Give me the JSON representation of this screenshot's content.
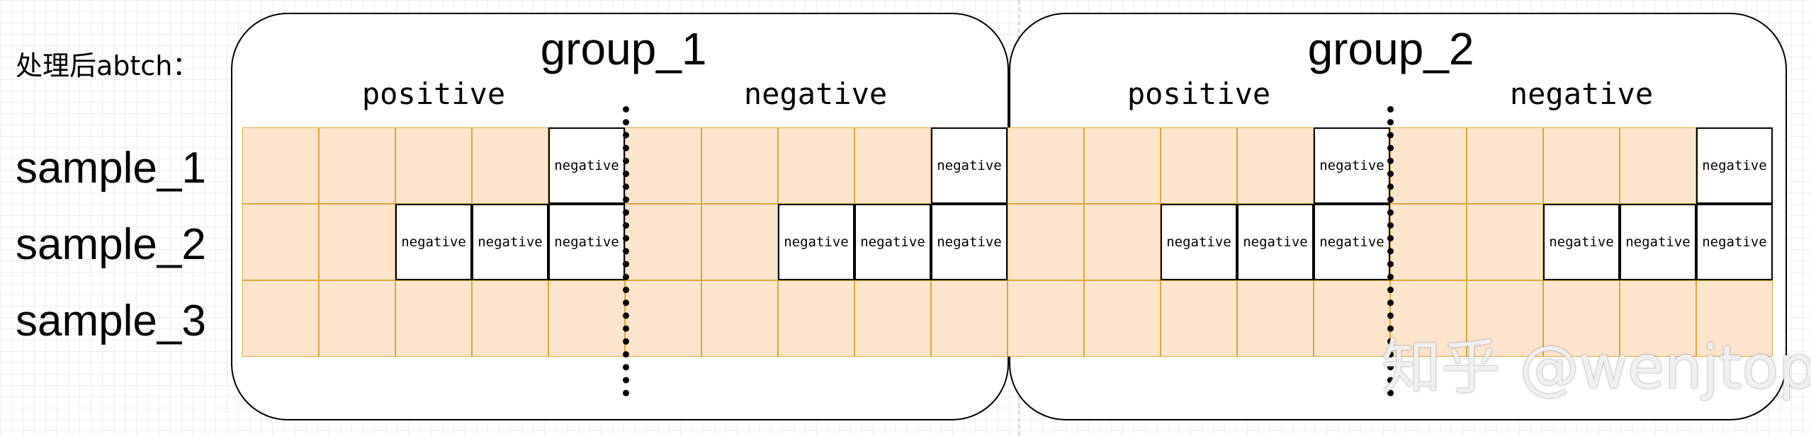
{
  "heading": "处理后abtch：",
  "groups": [
    {
      "title": "group_1",
      "sections": [
        "positive",
        "negative"
      ]
    },
    {
      "title": "group_2",
      "sections": [
        "positive",
        "negative"
      ]
    }
  ],
  "rows": [
    {
      "label": "sample_1",
      "negative_count": 1
    },
    {
      "label": "sample_2",
      "negative_count": 3
    },
    {
      "label": "sample_3",
      "negative_count": 0
    }
  ],
  "cells_per_section": 5,
  "cell_text": "negative",
  "watermark": "知乎 @wenjtop",
  "colors": {
    "cell_fill": "#fde5cd",
    "cell_border": "#dca63a",
    "masked_fill": "#ffffff",
    "masked_border": "#000000"
  }
}
